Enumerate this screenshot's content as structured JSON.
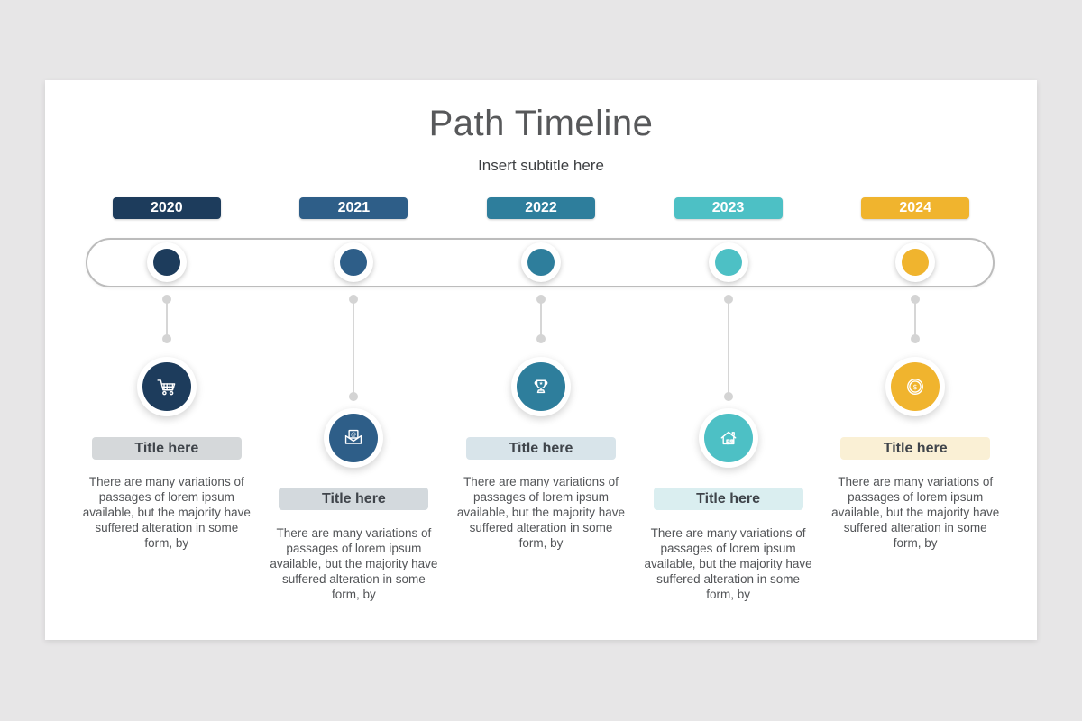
{
  "theme": {
    "canvas_bg": "#e7e6e7",
    "slide_bg": "#ffffff",
    "heading_color": "#57585a",
    "track_border": "#bcbcbc",
    "connector_color": "#d6d6d6"
  },
  "header": {
    "title": "Path Timeline",
    "subtitle": "Insert subtitle here"
  },
  "milestones": [
    {
      "year": "2020",
      "position": "high",
      "accent": "#1d3c5c",
      "tint": "#d5d8da",
      "icon": "shopping-cart",
      "title": "Title here",
      "description": "There are many variations of passages of lorem ipsum available, but the majority have suffered alteration in some form, by"
    },
    {
      "year": "2021",
      "position": "low",
      "accent": "#2e5e88",
      "tint": "#d3d9dd",
      "icon": "email-at",
      "title": "Title here",
      "description": "There are many variations of passages of lorem ipsum available, but the majority have suffered alteration in some form, by"
    },
    {
      "year": "2022",
      "position": "high",
      "accent": "#2e7e9c",
      "tint": "#d8e4ea",
      "icon": "trophy",
      "title": "Title here",
      "description": "There are many variations of passages of lorem ipsum available, but the majority have suffered alteration in some form, by"
    },
    {
      "year": "2023",
      "position": "low",
      "accent": "#4dc0c5",
      "tint": "#daeef0",
      "icon": "home",
      "title": "Title here",
      "description": "There are many variations of passages of lorem ipsum available, but the majority have suffered alteration in some form, by"
    },
    {
      "year": "2024",
      "position": "high",
      "accent": "#f0b42e",
      "tint": "#faf0d5",
      "icon": "dollar-coin",
      "title": "Title here",
      "description": "There are many variations of passages of lorem ipsum available, but the majority have suffered alteration in some form, by"
    }
  ]
}
